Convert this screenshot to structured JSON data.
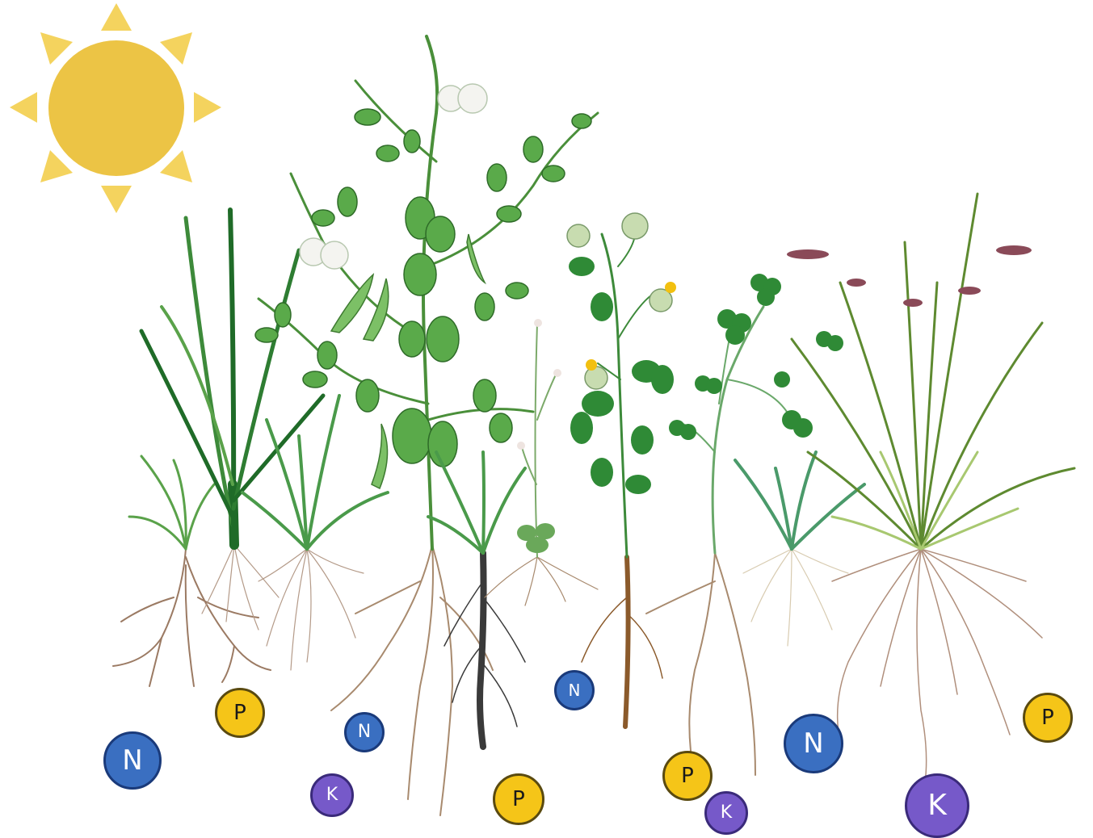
{
  "colors": {
    "sun": "#ecc445",
    "sun_rays": "#f4d35e",
    "leaf_dark": "#2e7d32",
    "leaf_mid": "#5aa24a",
    "leaf_light": "#7cc066",
    "root_brown": "#9b7a63",
    "root_dark": "#3a3a3a",
    "nitrogen": "#3a6fc1",
    "phosphorus": "#f5c518",
    "potassium": "#7659c9"
  },
  "icons": {
    "sun": "sun-icon",
    "plants": [
      "grass-seedling-icon",
      "tall-grass-icon",
      "grass-tuft-icon",
      "pea-plant-icon",
      "grass-tuft-icon",
      "small-flowering-plant-icon",
      "clover-medic-icon",
      "clover-plant-icon",
      "grass-tuft-icon",
      "bunch-grass-icon"
    ]
  },
  "nutrients": [
    {
      "symbol": "N"
    },
    {
      "symbol": "P"
    },
    {
      "symbol": "N"
    },
    {
      "symbol": "K"
    },
    {
      "symbol": "P"
    },
    {
      "symbol": "N"
    },
    {
      "symbol": "P"
    },
    {
      "symbol": "K"
    },
    {
      "symbol": "N"
    },
    {
      "symbol": "K"
    },
    {
      "symbol": "P"
    }
  ]
}
